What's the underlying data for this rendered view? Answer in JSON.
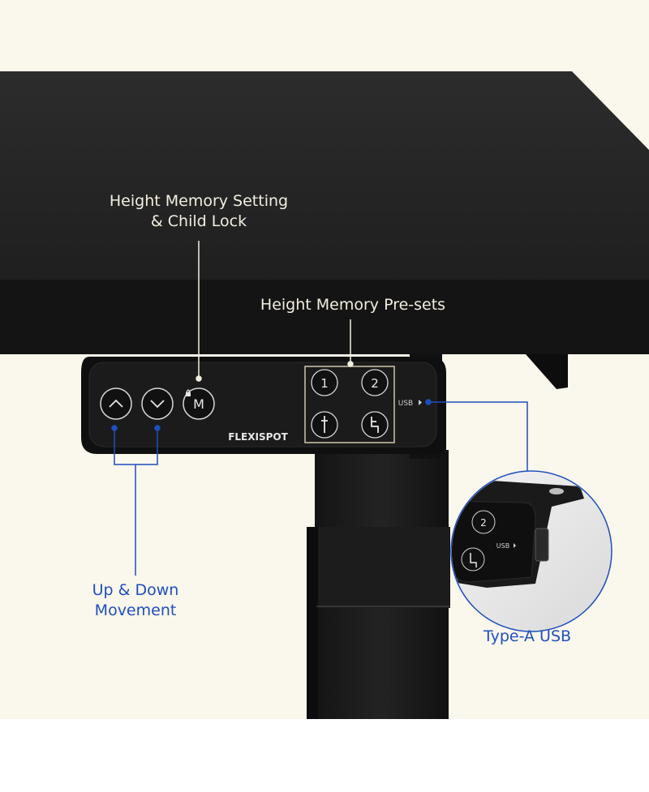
{
  "colors": {
    "background": "#faf7ec",
    "desktop": "#242424",
    "panel": "#161616",
    "callout_light": "#f2eee0",
    "callout_blue": "#1e4fbd"
  },
  "callouts": {
    "memory_setting": [
      "Height Memory Setting",
      "& Child Lock"
    ],
    "presets": "Height Memory Pre-sets",
    "up_down": [
      "Up & Down",
      "Movement"
    ],
    "usb": "Type-A USB"
  },
  "keypad": {
    "brand": "FLEXISPOT",
    "memory_key": "M",
    "preset_1": "1",
    "preset_2": "2",
    "usb_port_label": "USB",
    "up_icon": "chevron-up-icon",
    "down_icon": "chevron-down-icon",
    "lock_icon": "lock-icon",
    "stand_icon": "standing-person-icon",
    "sit_icon": "sitting-person-icon"
  },
  "inset": {
    "preset_2": "2",
    "usb_port_label": "USB"
  }
}
